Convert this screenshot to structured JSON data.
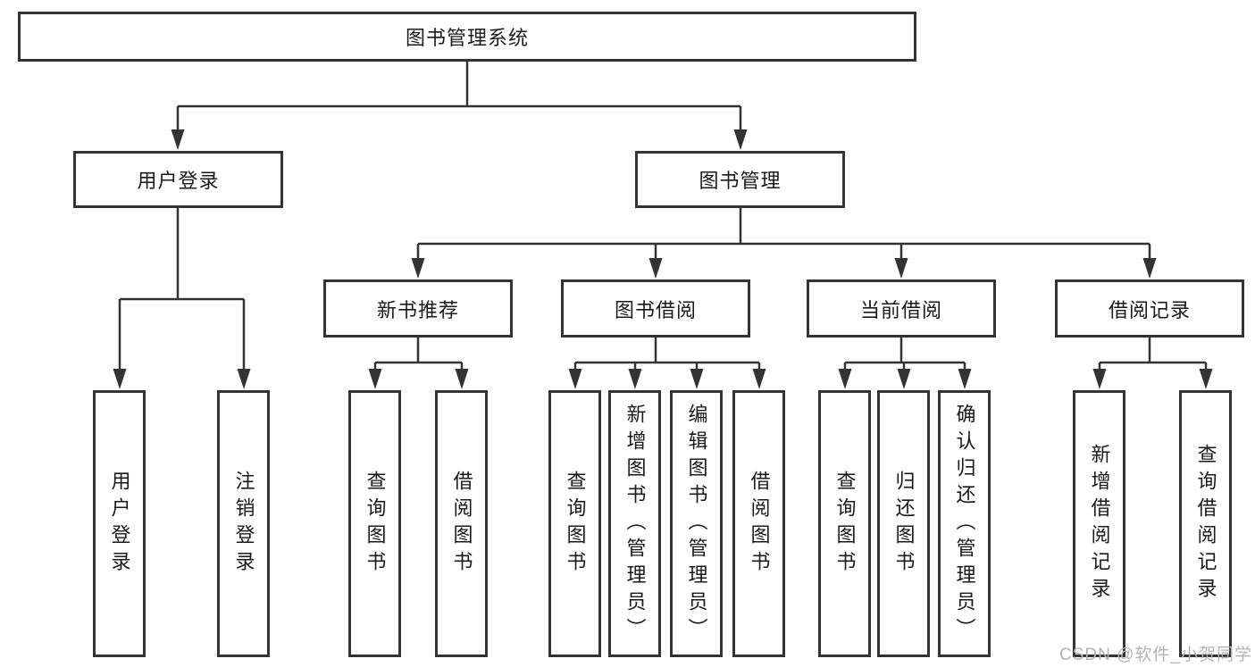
{
  "diagram": {
    "root": "图书管理系统",
    "level1": [
      "用户登录",
      "图书管理"
    ],
    "level2": [
      "新书推荐",
      "图书借阅",
      "当前借阅",
      "借阅记录"
    ],
    "leaves": {
      "user_login": [
        "用户登录",
        "注销登录"
      ],
      "new_book_recommend": [
        "查询图书",
        "借阅图书"
      ],
      "book_borrow": [
        "查询图书",
        "新增图书（管理员）",
        "编辑图书（管理员）",
        "借阅图书"
      ],
      "current_borrow": [
        "查询图书",
        "归还图书",
        "确认归还（管理员）"
      ],
      "borrow_record": [
        "新增借阅记录",
        "查询借阅记录"
      ]
    }
  },
  "watermark": "CSDN @软件_小贺同学",
  "colors": {
    "line": "#333333",
    "text": "#1a1a1a",
    "watermark": "#b3b3b3",
    "background": "#ffffff"
  }
}
